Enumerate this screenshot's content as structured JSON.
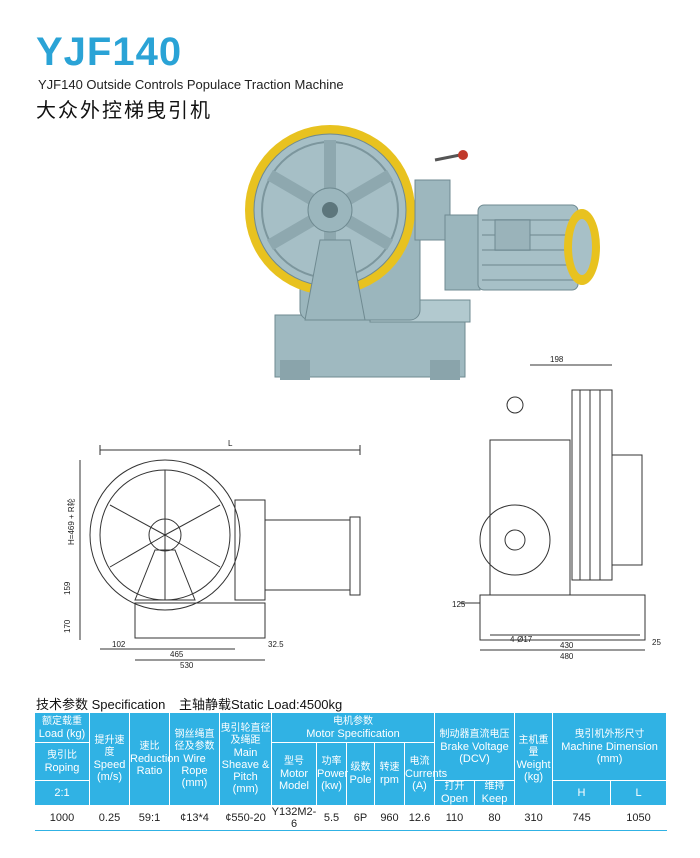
{
  "header": {
    "model": "YJF140",
    "subtitle_en": "YJF140 Outside Controls Populace Traction Machine",
    "subtitle_cn": "大众外控梯曳引机"
  },
  "drawing_labels": {
    "L": "L",
    "height_formula": "H=469 + R轮",
    "d159": "159",
    "d170": "170",
    "d102": "102",
    "d465": "465",
    "d530": "530",
    "d32_5": "32.5",
    "d198": "198",
    "d125": "125",
    "holes": "4-Ø17",
    "d430": "430",
    "d480": "480",
    "d25": "25"
  },
  "spec": {
    "heading_cn": "技术参数 Specification",
    "static_load": "主轴静载Static Load:4500kg",
    "headers": {
      "load_cn": "额定载重",
      "load_en": "Load (kg)",
      "roping_cn": "曳引比",
      "roping_en": "Roping",
      "roping_val": "2:1",
      "speed_cn": "提升速度",
      "speed_en": "Speed (m/s)",
      "ratio_cn": "速比",
      "ratio_en": "Reduction Ratio",
      "rope_cn": "钢丝绳直径及参数",
      "rope_en": "Wire Rope (mm)",
      "sheave_cn": "曳引轮直径及绳距",
      "sheave_en": "Main Sheave & Pitch (mm)",
      "motor_cn": "电机参数",
      "motor_en": "Motor Specification",
      "model_cn": "型号",
      "model_en": "Motor Model",
      "power_cn": "功率",
      "power_en": "Power (kw)",
      "pole_cn": "级数",
      "pole_en": "Pole",
      "rpm_cn": "转速",
      "rpm_en": "rpm",
      "current_cn": "电流",
      "current_en": "Currents (A)",
      "brake_cn": "制动器直流电压",
      "brake_en": "Brake Voltage (DCV)",
      "open_cn": "打开",
      "open_en": "Open",
      "keep_cn": "维持",
      "keep_en": "Keep",
      "weight_cn": "主机重量",
      "weight_en": "Weight (kg)",
      "dim_cn": "曳引机外形尺寸",
      "dim_en": "Machine Dimension (mm)",
      "h": "H",
      "l": "L"
    },
    "row": {
      "load": "1000",
      "speed": "0.25",
      "ratio": "59:1",
      "rope": "¢13*4",
      "sheave": "¢550-20",
      "model": "Y132M2-6",
      "power": "5.5",
      "pole": "6P",
      "rpm": "960",
      "current": "12.6",
      "open": "110",
      "keep": "80",
      "weight": "310",
      "h": "745",
      "l": "1050"
    }
  },
  "colors": {
    "accent": "#30b2e4",
    "title": "#2aa3d6",
    "machine_body": "#a9c2c9",
    "sheave_rim": "#e8c21f"
  }
}
